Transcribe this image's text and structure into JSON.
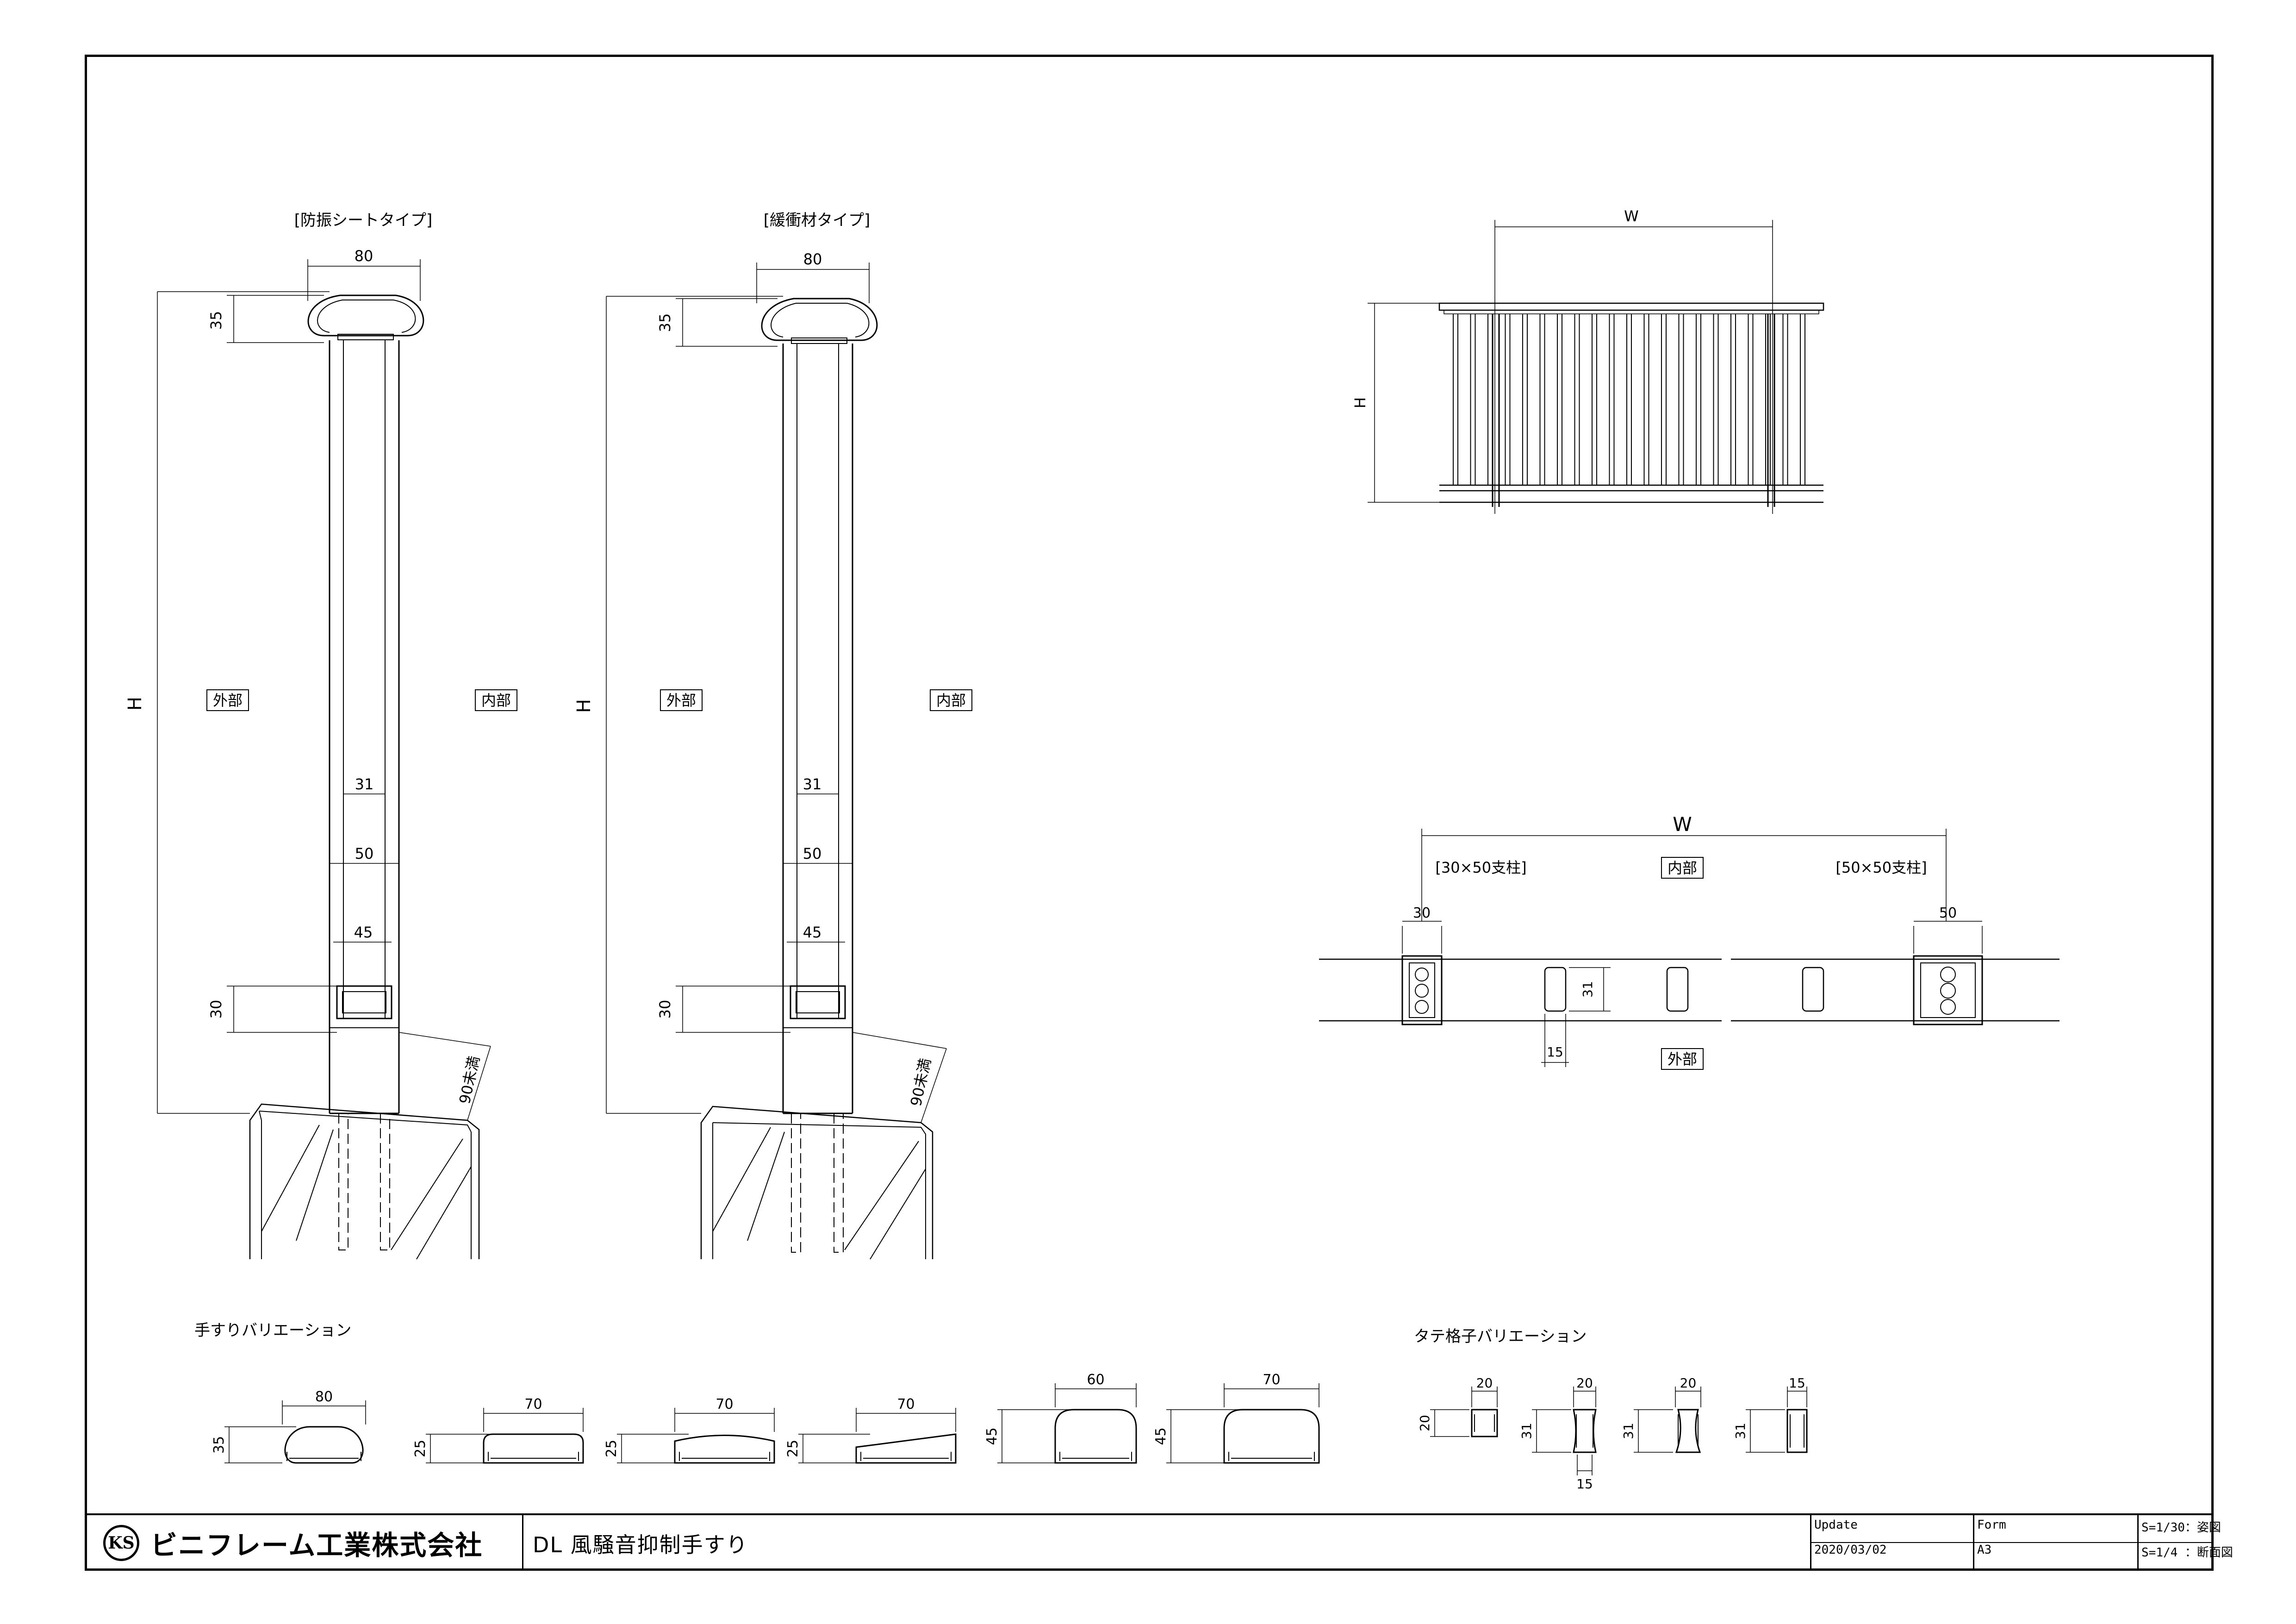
{
  "views": {
    "sheet_type": "[防振シートタイプ]",
    "buffer_type": "[緩衝材タイプ]"
  },
  "labels": {
    "outside": "外部",
    "inside": "内部",
    "under_90": "90未満",
    "height": "H",
    "width": "W"
  },
  "dims": {
    "d80": "80",
    "d35": "35",
    "d31": "31",
    "d50": "50",
    "d45": "45",
    "d30": "30",
    "d15": "15"
  },
  "plan": {
    "post_small": "[30×50支柱]",
    "post_large": "[50×50支柱]",
    "dim30": "30",
    "dim50": "50",
    "dim31": "31",
    "dim15": "15"
  },
  "handrail_variations": {
    "title": "手すりバリエーション",
    "items": [
      {
        "width": "80",
        "height": "35"
      },
      {
        "width": "70",
        "height": "25"
      },
      {
        "width": "70",
        "height": "25"
      },
      {
        "width": "70",
        "height": "25"
      },
      {
        "width": "60",
        "height": "45"
      },
      {
        "width": "70",
        "height": "45"
      }
    ]
  },
  "baluster_variations": {
    "title": "タテ格子バリエーション",
    "items": [
      {
        "top": "20",
        "side": "20",
        "bottom": ""
      },
      {
        "top": "20",
        "side": "31",
        "bottom": "15"
      },
      {
        "top": "20",
        "side": "31",
        "bottom": ""
      },
      {
        "top": "15",
        "side": "31",
        "bottom": ""
      }
    ]
  },
  "title_block": {
    "logo_mark": "KS",
    "company": "ビニフレーム工業株式会社",
    "drawing_title": "DL 風騒音抑制手すり",
    "update_label": "Update",
    "update_value": "2020/03/02",
    "form_label": "Form",
    "form_value": "A3",
    "scale_1": "S=1/30：姿図",
    "scale_2": "S=1/4 ：断面図"
  }
}
